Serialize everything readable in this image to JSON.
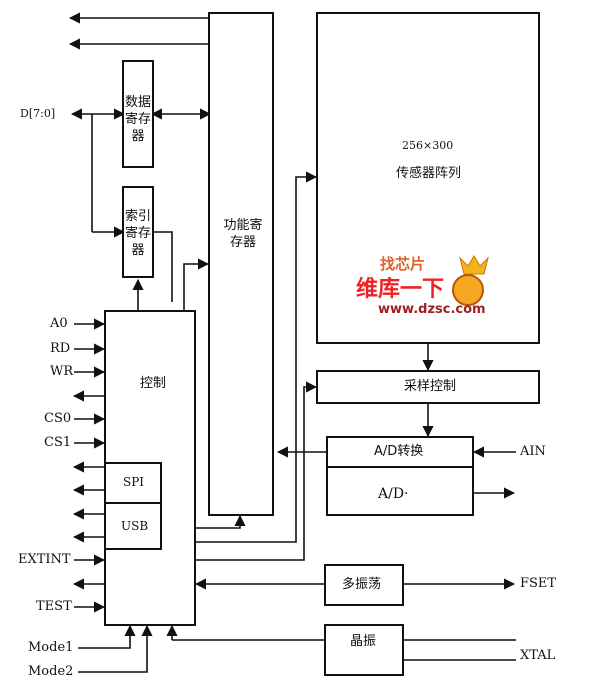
{
  "blocks": {
    "data_reg": "数据寄存器",
    "index_reg": "索引寄存器",
    "func_reg": "功能寄存器",
    "sensor_size": "256×300",
    "sensor_name": "传感器阵列",
    "control": "控制",
    "spi": "SPI",
    "usb": "USB",
    "sample_ctrl": "采样控制",
    "ad_convert": "A/D转换",
    "ad": "A/D·",
    "multivib": "多振荡",
    "crystal": "晶振"
  },
  "pins": {
    "d_bus": "D[7:0]",
    "a0": "A0",
    "rd": "RD",
    "wr": "WR",
    "cs0": "CS0",
    "cs1": "CS1",
    "extint": "EXTINT",
    "test": "TEST",
    "mode1": "Mode1",
    "mode2": "Mode2",
    "ain": "AIN",
    "fset": "FSET",
    "xtal": "XTAL"
  },
  "watermark": {
    "logo_text": "找芯片",
    "slogan": "维库一下",
    "url": "www.dzsc.com"
  }
}
